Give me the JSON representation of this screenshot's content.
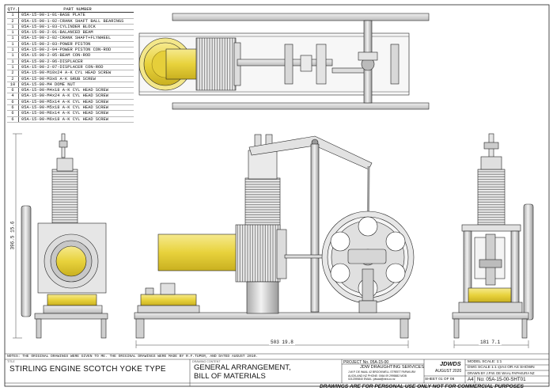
{
  "bom": {
    "qty_header": "QTY.",
    "part_header": "PART NUMBER",
    "rows": [
      {
        "qty": "1",
        "part": "05A-15-00-1-01-BASE PLATE"
      },
      {
        "qty": "2",
        "part": "05A-15-00-1-02-CRANK SHAFT BALL BEARINGS"
      },
      {
        "qty": "1",
        "part": "05A-15-00-1-03-CYLINDER BLOCK"
      },
      {
        "qty": "1",
        "part": "05A-15-00-2-01-BALANCED BEAM"
      },
      {
        "qty": "1",
        "part": "05A-15-00-2-02-CRANK SHAFT+FLYWHEEL"
      },
      {
        "qty": "1",
        "part": "05A-15-00-2-03-POWER PISTON"
      },
      {
        "qty": "1",
        "part": "05A-15-00-2-04-POWER PISTON CON-ROD"
      },
      {
        "qty": "1",
        "part": "05A-15-00-2-05-BEAM CON-ROD"
      },
      {
        "qty": "1",
        "part": "05A-15-00-2-06-DISPLACER"
      },
      {
        "qty": "1",
        "part": "05A-15-00-2-07-DISPLACER CON-ROD"
      },
      {
        "qty": "2",
        "part": "05A-15-00-M10x24 A-K CYL HEAD SCREW"
      },
      {
        "qty": "2",
        "part": "05A-15-00-M3x6 A-K GRUB SCREW"
      },
      {
        "qty": "10",
        "part": "05A-15-00-M4 DOME NUT"
      },
      {
        "qty": "6",
        "part": "05A-15-00-M4x18 A-K CYL HEAD SCREW"
      },
      {
        "qty": "4",
        "part": "05A-15-00-M4x24 A-K CYL HEAD SCREW"
      },
      {
        "qty": "6",
        "part": "05A-15-00-M5x14 A-K CYL HEAD SCREW"
      },
      {
        "qty": "6",
        "part": "05A-15-00-M5x18 A-K CYL HEAD SCREW"
      },
      {
        "qty": "6",
        "part": "05A-15-00-M6x14 A-K CYL HEAD SCREW"
      },
      {
        "qty": "6",
        "part": "05A-15-00-M6x18 A-K CYL HEAD SCREW"
      }
    ]
  },
  "dimensions": {
    "overall_height": "396.5",
    "overall_height_inch": "15.6",
    "overall_length": "503",
    "overall_length_inch": "19.8",
    "overall_width": "181",
    "overall_width_inch": "7.1"
  },
  "notes": "NOTES: THE ORIGINAL DRAWINGS WERE GIVEN TO ME. THE ORIGINAL DRAWINGS WERE MADE BY R.F.TUPER, AND DATED AUGUST 2010.",
  "title_block": {
    "title_caption": "TITLE",
    "drawing_title": "STIRLING ENGINE SCOTCH YOKE TYPE",
    "drawn_caption": "DRAWING CONTENT",
    "drawing_content_line1": "GENERAL ARRANGEMENT,",
    "drawing_content_line2": "BILL OF MATERIALS",
    "project": "PROJECT No. 05A-15-00",
    "company": "JDW DRAUGHTING SERVICES",
    "address_line1": "J.W.P. DE WAAL 42 BROOKWELL STREET PAPAKURA",
    "address_line2": "AUCKLAND NZ  PHONE: 0064 09 2995882  MOB",
    "address_line3": "0212395840  EMAIL: jdwaal@xtra.co.nz",
    "logo": "JDWDS",
    "date": "AUGUST 2020",
    "sheet": "SHEET  01 OF 06",
    "model_scale": "MODEL SCALE: 1:1",
    "dwg_scale": "DWG SCALE 1:1 @A4 OR AS SHOWN",
    "drawn_by": "DRAWN BY J.P.W. DE WAAL PAPAKURA NZ",
    "size": "A4",
    "drawing_no": "No: 05A-15-00-SHT01",
    "disclaimer": "DRAWINGS ARE FOR PERSONAL USE ONLY NOT FOR COMMERCIAL PURPOSES"
  },
  "colors": {
    "brass": "#e8d23c",
    "brass_light": "#f3e78a",
    "steel": "#cfcfcf",
    "steel_light": "#ececec",
    "steel_dark": "#8a8a8a",
    "line": "#222222"
  }
}
